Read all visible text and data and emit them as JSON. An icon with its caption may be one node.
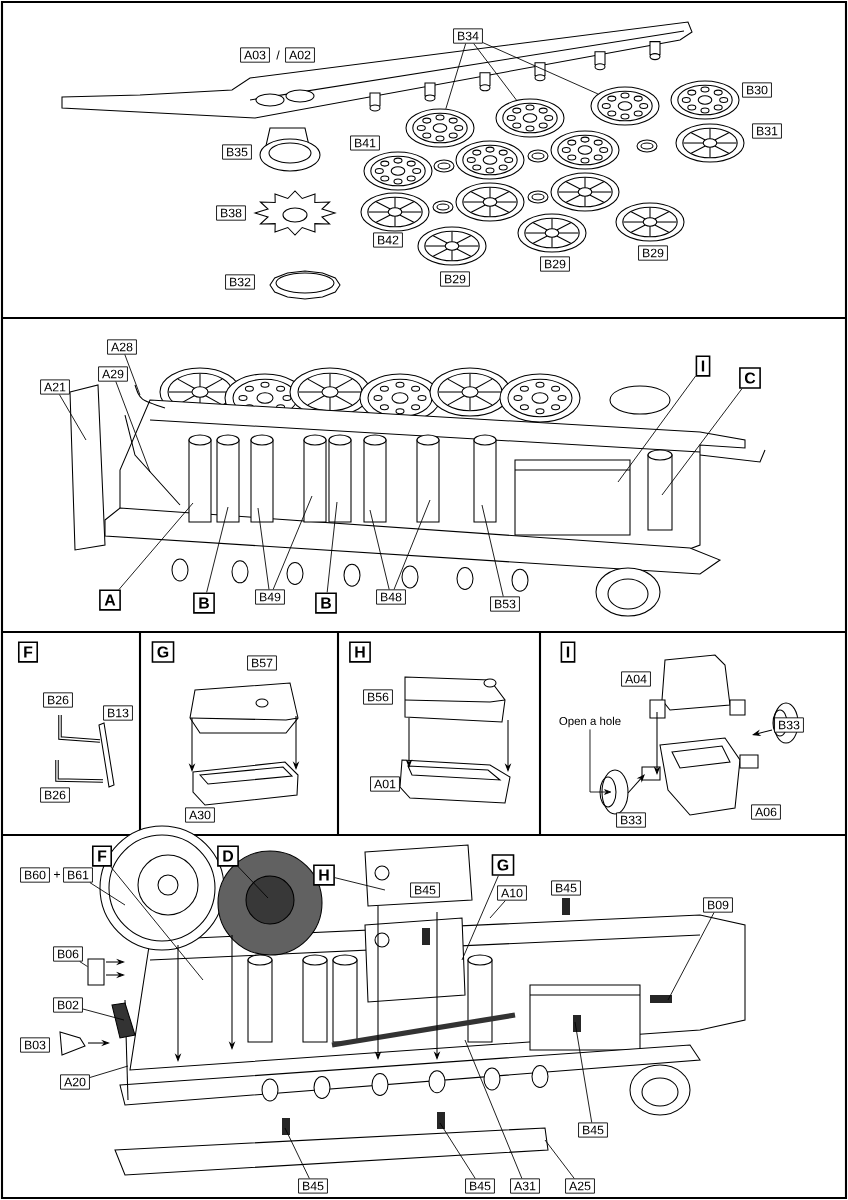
{
  "diagram": {
    "nodes": [
      {
        "text": [
          "A03"
        ]
      },
      {
        "text": [
          "A02"
        ]
      },
      {
        "text": [
          "B34"
        ]
      },
      {
        "text": [
          "B30"
        ]
      },
      {
        "text": [
          "B31"
        ]
      },
      {
        "text": [
          "B35"
        ]
      },
      {
        "text": [
          "B41"
        ]
      },
      {
        "text": [
          "B38"
        ]
      },
      {
        "text": [
          "B42"
        ]
      },
      {
        "text": [
          "B29"
        ]
      },
      {
        "text": [
          "B29"
        ]
      },
      {
        "text": [
          "B29"
        ]
      },
      {
        "text": [
          "B32"
        ]
      },
      {
        "text": [
          "A28"
        ]
      },
      {
        "text": [
          "A29"
        ]
      },
      {
        "text": [
          "A21"
        ]
      },
      {
        "text": [
          "I"
        ]
      },
      {
        "text": [
          "C"
        ]
      },
      {
        "text": [
          "A"
        ]
      },
      {
        "text": [
          "B"
        ]
      },
      {
        "text": [
          "B49"
        ]
      },
      {
        "text": [
          "B"
        ]
      },
      {
        "text": [
          "B48"
        ]
      },
      {
        "text": [
          "B53"
        ]
      },
      {
        "text": [
          "F"
        ]
      },
      {
        "text": [
          "B26"
        ]
      },
      {
        "text": [
          "B13"
        ]
      },
      {
        "text": [
          "B26"
        ]
      },
      {
        "text": [
          "G"
        ]
      },
      {
        "text": [
          "B57"
        ]
      },
      {
        "text": [
          "A30"
        ]
      },
      {
        "text": [
          "H"
        ]
      },
      {
        "text": [
          "B56"
        ]
      },
      {
        "text": [
          "A01"
        ]
      },
      {
        "text": [
          "I"
        ]
      },
      {
        "text": [
          "A04"
        ]
      },
      {
        "text": [
          "Open a hole"
        ]
      },
      {
        "text": [
          "B33"
        ]
      },
      {
        "text": [
          "B33"
        ]
      },
      {
        "text": [
          "A06"
        ]
      },
      {
        "text": [
          "F"
        ]
      },
      {
        "text": [
          "D"
        ]
      },
      {
        "text": [
          "H"
        ]
      },
      {
        "text": [
          "G"
        ]
      },
      {
        "text": [
          "B60"
        ]
      },
      {
        "text": [
          "B61"
        ]
      },
      {
        "text": [
          "B06"
        ]
      },
      {
        "text": [
          "B02"
        ]
      },
      {
        "text": [
          "B03"
        ]
      },
      {
        "text": [
          "A20"
        ]
      },
      {
        "text": [
          "B45"
        ]
      },
      {
        "text": [
          "A10"
        ]
      },
      {
        "text": [
          "B45"
        ]
      },
      {
        "text": [
          "B09"
        ]
      },
      {
        "text": [
          "B45"
        ]
      },
      {
        "text": [
          "B45"
        ]
      },
      {
        "text": [
          "B45"
        ]
      },
      {
        "text": [
          "A31"
        ]
      },
      {
        "text": [
          "A25"
        ]
      },
      {
        "text": [],
        "shape": "picture"
      },
      {
        "text": [],
        "shape": "picture"
      },
      {
        "text": [],
        "shape": "picture"
      },
      {
        "text": [],
        "shape": "picture"
      },
      {
        "text": [],
        "shape": "picture"
      },
      {
        "text": [],
        "shape": "picture"
      },
      {
        "text": [],
        "shape": "picture"
      },
      {
        "text": [],
        "shape": "picture"
      },
      {
        "text": [],
        "shape": "picture"
      },
      {
        "text": [],
        "shape": "picture"
      },
      {
        "text": [],
        "shape": "picture"
      },
      {
        "text": [],
        "shape": "picture"
      },
      {
        "text": [],
        "shape": "picture"
      },
      {
        "text": [],
        "shape": "picture"
      },
      {
        "text": [],
        "shape": "box"
      }
    ],
    "edges": [
      {
        "from": 2,
        "to": 61,
        "arrow": "none"
      },
      {
        "from": 2,
        "to": 65,
        "arrow": "none"
      },
      {
        "from": 2,
        "to": 69,
        "arrow": "none"
      },
      {
        "from": 13,
        "to": null,
        "arrow": "none"
      },
      {
        "from": 14,
        "to": null,
        "arrow": "none"
      },
      {
        "from": 15,
        "to": null,
        "arrow": "none"
      },
      {
        "from": 16,
        "to": null,
        "arrow": "none"
      },
      {
        "from": 17,
        "to": null,
        "arrow": "none"
      },
      {
        "from": 18,
        "to": null,
        "arrow": "none"
      },
      {
        "from": 19,
        "to": null,
        "arrow": "none"
      },
      {
        "from": 20,
        "to": null,
        "arrow": "none"
      },
      {
        "from": 20,
        "to": null,
        "arrow": "none"
      },
      {
        "from": 21,
        "to": null,
        "arrow": "none"
      },
      {
        "from": 22,
        "to": null,
        "arrow": "none"
      },
      {
        "from": 22,
        "to": null,
        "arrow": "none"
      },
      {
        "from": 23,
        "to": null,
        "arrow": "none"
      },
      {
        "from": 36,
        "to": null,
        "arrow": "to"
      },
      {
        "from": 40,
        "to": null,
        "arrow": "none"
      },
      {
        "from": 41,
        "to": null,
        "arrow": "none"
      },
      {
        "from": 42,
        "to": null,
        "arrow": "none"
      },
      {
        "from": 43,
        "to": null,
        "arrow": "none"
      },
      {
        "from": 45,
        "to": null,
        "arrow": "none"
      },
      {
        "from": 46,
        "to": 73,
        "arrow": "none"
      },
      {
        "from": 47,
        "to": null,
        "arrow": "none"
      },
      {
        "from": 49,
        "to": null,
        "arrow": "none"
      },
      {
        "from": 51,
        "to": null,
        "arrow": "none"
      },
      {
        "from": 53,
        "to": null,
        "arrow": "none"
      },
      {
        "from": 54,
        "to": null,
        "arrow": "none"
      },
      {
        "from": 55,
        "to": null,
        "arrow": "none"
      },
      {
        "from": 56,
        "to": null,
        "arrow": "none"
      },
      {
        "from": 57,
        "to": null,
        "arrow": "none"
      },
      {
        "from": 58,
        "to": null,
        "arrow": "none"
      }
    ],
    "labels": [
      "/",
      "+"
    ]
  }
}
